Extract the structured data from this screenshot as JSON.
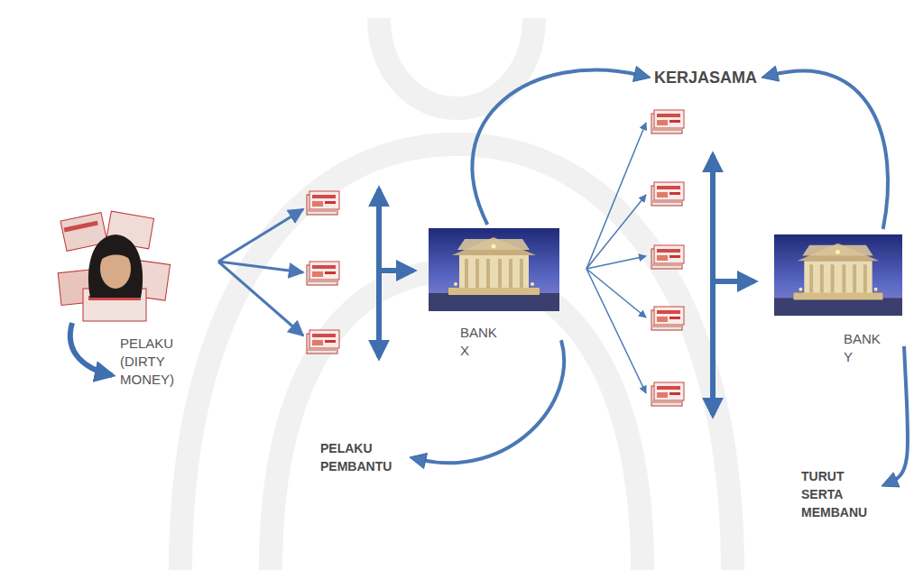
{
  "diagram": {
    "nodes": [
      {
        "text": [
          "PELAKU (DIRTY MONEY)"
        ]
      },
      {
        "text": [
          "BANK X"
        ]
      },
      {
        "text": [
          "BANK Y"
        ]
      },
      {
        "text": [
          "KERJASAMA"
        ]
      },
      {
        "text": [
          "PELAKU PEMBANTU"
        ]
      },
      {
        "text": [
          "TURUT SERTA MEMBANU"
        ]
      }
    ],
    "edges": [
      {
        "from": 1,
        "to": 3,
        "arrow": "to"
      },
      {
        "from": 2,
        "to": 3,
        "arrow": "to"
      },
      {
        "from": 1,
        "to": 4,
        "arrow": "to"
      },
      {
        "from": 2,
        "to": 5,
        "arrow": "to"
      }
    ]
  }
}
